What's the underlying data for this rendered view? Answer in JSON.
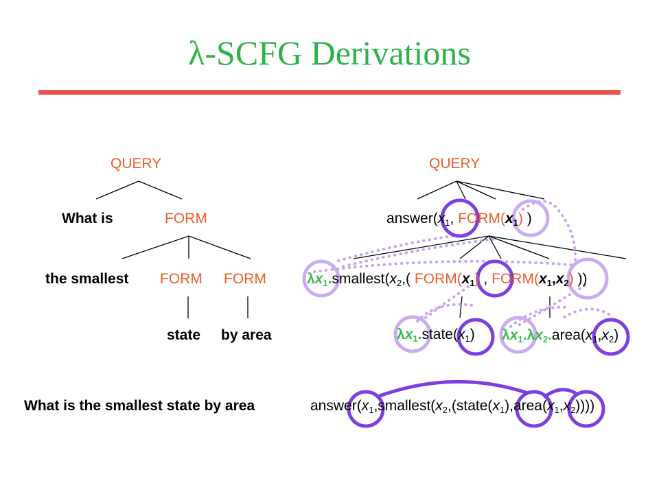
{
  "title": {
    "lambda": "λ",
    "text": "-SCFG Derivations"
  },
  "colors": {
    "title": "#2db24a",
    "rule": "#ef5350",
    "nonterminal": "#f05a28",
    "lambda": "#3cb853",
    "circle_dark": "#7d3fe3",
    "circle_light": "#c9adf0",
    "dotted_link": "#c9a3ee",
    "text": "#000000"
  },
  "left_tree": {
    "root": "QUERY",
    "what_is": "What is",
    "form_1": "FORM",
    "the_smallest": "the smallest",
    "form_2": "FORM",
    "form_3": "FORM",
    "state": "state",
    "by_area": "by area"
  },
  "right_tree": {
    "root": "QUERY",
    "row1": {
      "answer": "answer(",
      "x": "x",
      "sub1": "1",
      "comma": ", ",
      "form": "FORM",
      "open": "(",
      "fx": "x",
      "fsub": "1",
      "close": ")",
      "end": " )"
    },
    "row2": {
      "lam": "λ",
      "lx": "x",
      "lsub": "1",
      "dot": ".",
      "smallest": "smallest(",
      "x2": "x",
      "x2sub": "2",
      "mid": ",( ",
      "form_a": "FORM",
      "fa_open": "(",
      "fa_x": "x",
      "fa_sub": "1",
      "fa_close": ")",
      "sep": " , ",
      "form_b": "FORM",
      "fb_open": "(",
      "fb_x1": "x",
      "fb_sub1": "1",
      "fb_comma": ",",
      "fb_x2": "x",
      "fb_sub2": "2",
      "fb_close": ")",
      "end": " ))"
    },
    "row3_left": {
      "lam": "λ",
      "lx": "x",
      "lsub": "1",
      "dot": ".",
      "state": "state(",
      "x": "x",
      "sub": "1",
      "close": ")"
    },
    "row3_right": {
      "lam1": "λ",
      "x1": "x",
      "sub1": "1",
      "dot1": ".",
      "lam2": "λ",
      "x2": "x",
      "sub2": "2",
      "dot2": ".",
      "area": "area(",
      "ax1": "x",
      "asub1": "1",
      "acomma": ",",
      "ax2": "x",
      "asub2": "2",
      "close": ")"
    }
  },
  "bottom": {
    "sentence": "What is the smallest state by area",
    "lf": {
      "p1": "answer(",
      "x1": "x",
      "s1": "1",
      "p2": ",smallest(",
      "x2": "x",
      "s2": "2",
      "p3": ",(state(",
      "x3": "x",
      "s3": "1",
      "p4": "),area(",
      "x4": "x",
      "s4": "1",
      "p5": ",",
      "x5": "x",
      "s5": "2",
      "p6": "))))"
    }
  }
}
